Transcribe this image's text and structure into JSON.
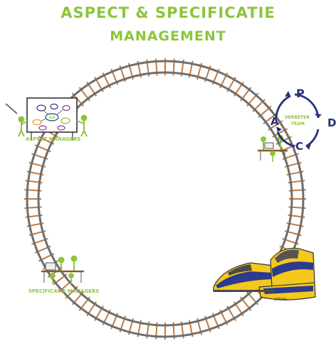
{
  "title": {
    "line1": "ASPECT & SPECIFICATIE",
    "line2": "MANAGEMENT"
  },
  "stations": {
    "aspect_managers": {
      "label": "ASPECT MANAGERS",
      "board_center": "AM"
    },
    "verbeter_team": {
      "label_line1": "VERBETER",
      "label_line2": "TEAM"
    },
    "specificatie_managers": {
      "label": "SPECIFICATIE MANAGERS"
    }
  },
  "pdca": {
    "p": "P",
    "d": "D",
    "c": "C",
    "a": "A"
  },
  "signature": "DIRGSL",
  "colors": {
    "title_green": "#8cc43c",
    "rail_gray": "#6e6e6e",
    "sleeper_brown": "#c27a3e",
    "cycle_navy": "#27317a",
    "train_yellow": "#f4c81c",
    "train_blue": "#2c3b8f"
  }
}
